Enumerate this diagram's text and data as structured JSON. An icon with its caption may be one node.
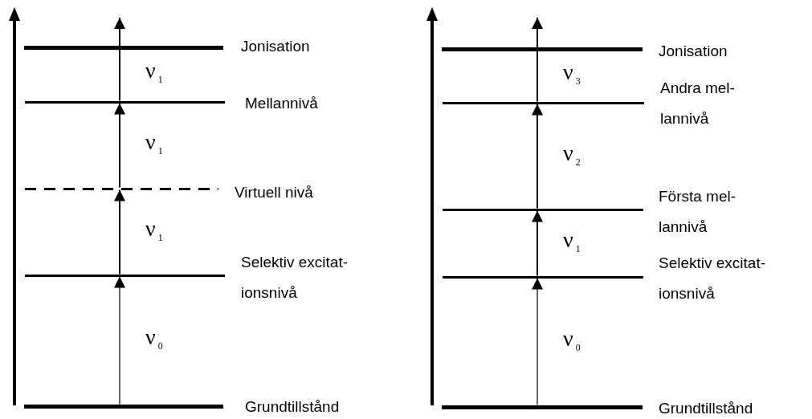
{
  "diagram": {
    "nodes": [
      {
        "text": [
          "Jonisation"
        ]
      },
      {
        "text": [
          "Mellannivå"
        ]
      },
      {
        "text": [
          "Virtuell nivå"
        ]
      },
      {
        "text": [
          "Selektiv excitat- ionsnivå"
        ]
      },
      {
        "text": [
          "Grundtillstånd"
        ]
      },
      {
        "text": [
          "Jonisation"
        ]
      },
      {
        "text": [
          "Andra mel- lannivå"
        ]
      },
      {
        "text": [
          "Första mel- lannivå"
        ]
      },
      {
        "text": [
          "Selektiv excitat- ionsnivå"
        ]
      },
      {
        "text": [
          "Grundtillstånd"
        ]
      }
    ],
    "edges": [
      {
        "from": 4,
        "to": 3,
        "arrow": "to",
        "label": "ν$_{0}$"
      },
      {
        "from": 3,
        "to": 2,
        "arrow": "to",
        "label": "ν$_{1}$"
      },
      {
        "from": 2,
        "to": 1,
        "arrow": "to",
        "label": "ν$_{1}$"
      },
      {
        "from": 1,
        "to": null,
        "arrow": "to",
        "label": "ν$_{1}$"
      },
      {
        "from": 9,
        "to": 8,
        "arrow": "to",
        "label": "ν$_{0}$"
      },
      {
        "from": 8,
        "to": 7,
        "arrow": "to",
        "label": "ν$_{1}$"
      },
      {
        "from": 7,
        "to": 6,
        "arrow": "to",
        "label": "ν$_{2}$"
      },
      {
        "from": 6,
        "to": null,
        "arrow": "to",
        "label": "ν$_{3}$"
      }
    ]
  }
}
